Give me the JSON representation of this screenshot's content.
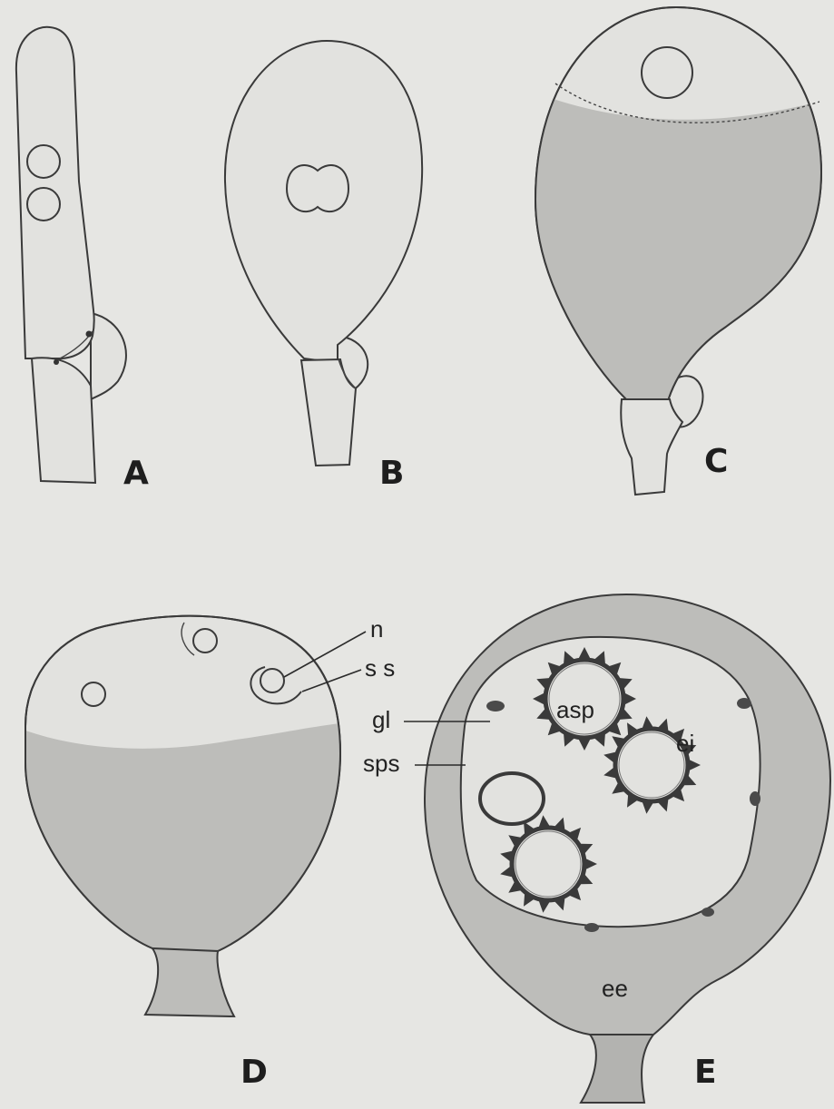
{
  "panels": {
    "a": "A",
    "b": "B",
    "c": "C",
    "d": "D",
    "e": "E"
  },
  "labels": {
    "n": "n",
    "ss": "s s",
    "gl": "gl",
    "sps": "sps",
    "asp": "asp",
    "ei": "ei",
    "ee": "ee"
  },
  "colors": {
    "background": "#e6e6e3",
    "light_fill": "#e2e2df",
    "dark_fill": "#bdbdba",
    "line": "#3a3a3a"
  }
}
